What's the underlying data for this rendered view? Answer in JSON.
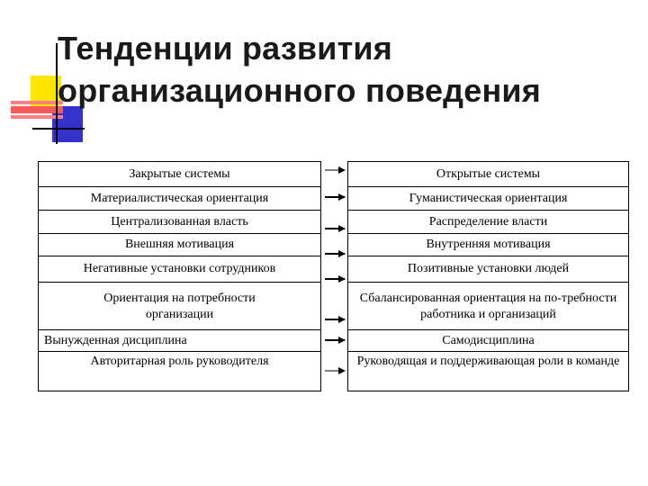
{
  "title": {
    "line1": "Тенденции развития",
    "line2": "организационного поведения"
  },
  "rows": [
    {
      "left": "Закрытые системы",
      "right": "Открытые системы"
    },
    {
      "left": "Материалистическая ориентация",
      "right": "Гуманистическая ориентация"
    },
    {
      "left": "Централизованная власть",
      "right": "Распределение власти"
    },
    {
      "left": "Внешняя мотивация",
      "right": "Внутренняя мотивация"
    },
    {
      "left": "Негативные установки сотрудников",
      "right": "Позитивные установки людей"
    },
    {
      "left": "Ориентация на потребности организации",
      "right": "Сбалансированная ориентация на по-требности работника и организаций"
    },
    {
      "left": "Вынужденная дисциплина",
      "right": "Самодисциплина"
    },
    {
      "left": "Авторитарная роль руководителя",
      "right": "Руководящая и поддерживающая роли в команде"
    }
  ],
  "colors": {
    "accent_yellow": "#ffe600",
    "accent_red": "#ff5a5a",
    "accent_blue": "#3333cc",
    "line": "#000000"
  }
}
